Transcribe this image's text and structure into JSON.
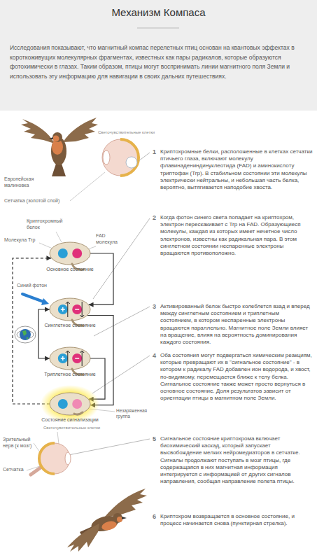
{
  "diagram": {
    "title": "Механизм Компаса",
    "nodes": [
      {
        "text": [
          "Основное состояние"
        ]
      },
      {
        "text": [
          "Синглетное состояние"
        ]
      },
      {
        "text": [
          "Триплетное состояние"
        ]
      },
      {
        "text": [
          "Состояние сигнализации"
        ]
      }
    ],
    "edges": [
      {
        "from": 0,
        "to": 1,
        "arrow": "to"
      },
      {
        "from": 1,
        "to": 2,
        "arrow": "both"
      },
      {
        "from": 1,
        "to": 3,
        "arrow": "to"
      },
      {
        "from": 2,
        "to": 3,
        "arrow": "to"
      },
      {
        "from": 3,
        "to": 0,
        "arrow": "to"
      }
    ],
    "labels": [
      "Исследования показывают, что магнитный компас перелетных птиц основан на квантовых эффектах в короткоживущих молекулярных фрагментах, известных как пары радикалов, которые образуются фотохимически в глазах. Таким образом, птицы могут воспринимать линии магнитного поля Земли и использовать эту информацию для навигации в своих дальних путешествиях.",
      "Европейская малиновка",
      "Светочувствительные клетки",
      "Сетчатка (золотой слой)",
      "Криптохромный белок",
      "Молекула Trp",
      "FAD молекула",
      "Синий фотон",
      "Незаряженная группа",
      "Зрительный нерв (к мозг)",
      "Светочувствительные клетки",
      "Сетчатка",
      "1",
      "Криптохромные белки, расположенные в клетках сетчатки птичьего глаза, включают молекулу флавинадениндинуклеотида (FAD) и аминокислоту триптофан (Trp). В стабильном состоянии эти молекулы электрически нейтральны, и небольшая часть белка, вероятно, вытягивается наподобие хвоста.",
      "2",
      "Когда фотон синего света попадает на криптохром, электрон перескакивает с Trp на FAD. Образующиеся молекулы, каждая из которых имеет нечетное число электронов, известны как радикальная пара. В этом синглетном состоянии неспаренные электроны вращаются противоположно.",
      "3",
      "Активированный белок быстро колеблется взад и вперед между синглетным состоянием и триплетным состоянием, в котором неспаренные электроны вращаются параллельно. Магнитное поле Земли влияет на вращение, влияя на вероятность доминирования каждого состояния.",
      "4",
      "Оба состояния могут подвергаться химическим реакциям, которые превращают их в \"сигнальное состояние\" - в котором к радикалу FAD добавлен ион водорода, и хвост, по-видимому, перемещается ближе к телу белка. Сигнальное состояние также может просто вернуться в основное состояние. Доля результатов зависит от ориентации птицы в магнитном поле Земли.",
      "5",
      "Сигнальное состояние криптохрома включает биохимический каскад, который запускает высвобождение мелких нейромедиаторов в сетчатке. Сигналы продолжают поступать в мозг птицы, где содержащаяся в них магнитная информация интегрируется с информацией от других сигналов направления, сообщая направление полета птицы.",
      "6",
      "Криптохром возвращается в основное состояние, и процесс начинается снова (пунктирная стрелка)."
    ]
  }
}
